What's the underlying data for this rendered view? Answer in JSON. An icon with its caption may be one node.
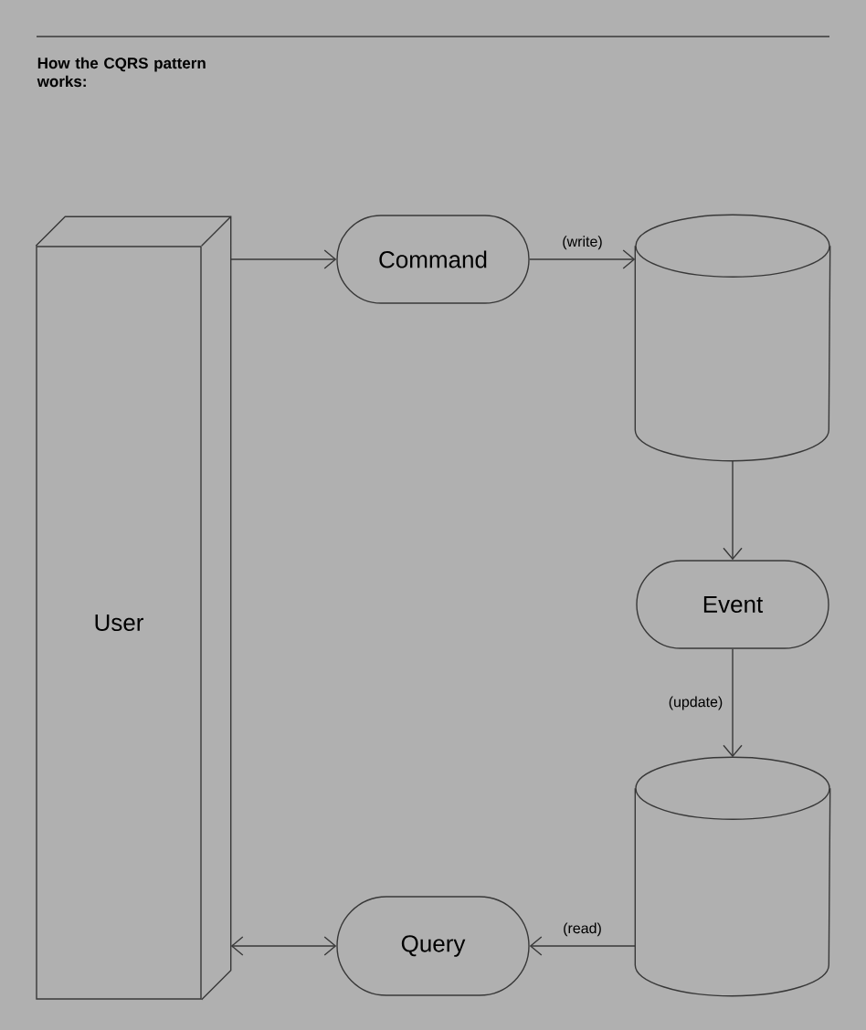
{
  "diagram": {
    "title": "How the CQRS pattern works:",
    "nodes": [
      {
        "text": [
          "User"
        ]
      },
      {
        "text": [
          "Command"
        ]
      },
      {
        "text": [],
        "shape": "cylinder"
      },
      {
        "text": [
          "Event"
        ]
      },
      {
        "text": [],
        "shape": "cylinder"
      },
      {
        "text": [
          "Query"
        ]
      }
    ],
    "edges": [
      {
        "from": 0,
        "to": 1,
        "arrow": "to"
      },
      {
        "from": 1,
        "to": 2,
        "arrow": "to",
        "label": "(write)"
      },
      {
        "from": 2,
        "to": 3,
        "arrow": "to"
      },
      {
        "from": 3,
        "to": 4,
        "arrow": "to",
        "label": "(update)"
      },
      {
        "from": 4,
        "to": 5,
        "arrow": "to",
        "label": "(read)"
      },
      {
        "from": 5,
        "to": 0,
        "arrow": "both"
      }
    ]
  }
}
